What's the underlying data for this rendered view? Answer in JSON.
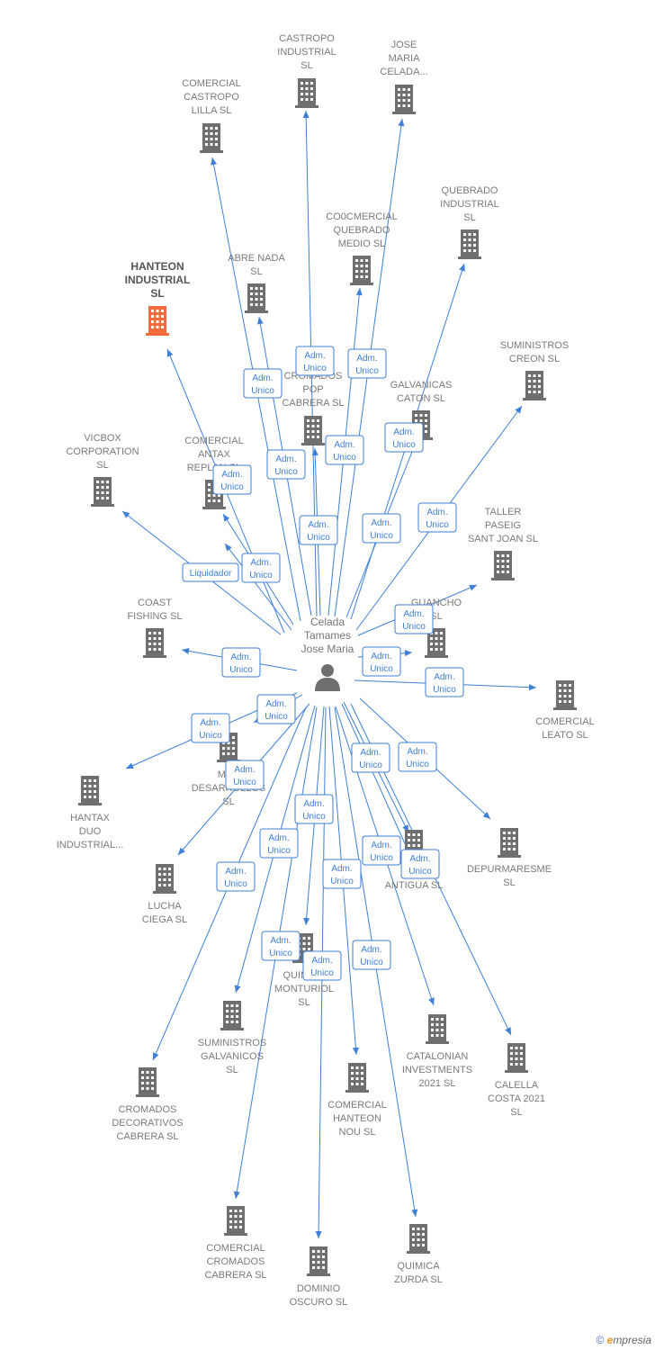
{
  "center": {
    "lines": [
      "Celada",
      "Tamames",
      "Jose Maria"
    ]
  },
  "colors": {
    "edge": "#3f7fd6",
    "node": "#6f6f6f",
    "highlight": "#f26b3a"
  },
  "nodes": [
    {
      "id": "castropo-industrial",
      "lines": [
        "CASTROPO",
        "INDUSTRIAL",
        "SL"
      ],
      "highlight": false
    },
    {
      "id": "jose-maria-celada",
      "lines": [
        "JOSE",
        "MARIA",
        "CELADA..."
      ],
      "highlight": false
    },
    {
      "id": "comercial-castropo-lilla",
      "lines": [
        "COMERCIAL",
        "CASTROPO",
        "LILLA  SL"
      ],
      "highlight": false
    },
    {
      "id": "quebrado-industrial",
      "lines": [
        "QUEBRADO",
        "INDUSTRIAL",
        "SL"
      ],
      "highlight": false
    },
    {
      "id": "co0cmercial-quebrado-medio",
      "lines": [
        "CO0CMERCIAL",
        "QUEBRADO",
        "MEDIO  SL"
      ],
      "highlight": false
    },
    {
      "id": "hanteon-industrial",
      "lines": [
        "HANTEON",
        "INDUSTRIAL",
        "SL"
      ],
      "highlight": true
    },
    {
      "id": "abre-nada",
      "lines": [
        "ABRE NADA",
        "SL"
      ],
      "highlight": false
    },
    {
      "id": "suministros-creon",
      "lines": [
        "SUMINISTROS",
        "CREON  SL"
      ],
      "highlight": false
    },
    {
      "id": "cromados-pop-cabrera",
      "lines": [
        "CROMADOS",
        "POP",
        "CABRERA  SL"
      ],
      "highlight": false
    },
    {
      "id": "galvanicas-caton",
      "lines": [
        "GALVANICAS",
        "CATON  SL"
      ],
      "highlight": false
    },
    {
      "id": "vicbox-corporation",
      "lines": [
        "VICBOX",
        "CORPORATION",
        "SL"
      ],
      "highlight": false
    },
    {
      "id": "comercial-antax-replan",
      "lines": [
        "COMERCIAL",
        "ANTAX",
        "REPLAN SL"
      ],
      "highlight": false
    },
    {
      "id": "taller-paseig-sant-joan",
      "lines": [
        "TALLER",
        "PASEIG",
        "SANT JOAN  SL"
      ],
      "highlight": false
    },
    {
      "id": "coast-fishing",
      "lines": [
        "COAST",
        "FISHING  SL"
      ],
      "highlight": false
    },
    {
      "id": "guancho",
      "lines": [
        "GUANCHO",
        "SL"
      ],
      "highlight": false
    },
    {
      "id": "comercial-leato",
      "lines": [
        "COMERCIAL",
        "LEATO  SL"
      ],
      "highlight": false
    },
    {
      "id": "hantax-duo-industrial",
      "lines": [
        "HANTAX",
        "DUO",
        "INDUSTRIAL..."
      ],
      "highlight": false
    },
    {
      "id": "mar-desarrollos",
      "lines": [
        "MAR",
        "DESARROLLOS",
        "SL"
      ],
      "highlight": false
    },
    {
      "id": "depurmaresme",
      "lines": [
        "DEPURMARESME",
        "SL"
      ],
      "highlight": false
    },
    {
      "id": "mar-antigua",
      "lines": [
        "MAR",
        "ANTIGUA  SL"
      ],
      "highlight": false
    },
    {
      "id": "lucha-ciega",
      "lines": [
        "LUCHA",
        "CIEGA  SL"
      ],
      "highlight": false
    },
    {
      "id": "quimica-monturiol",
      "lines": [
        "QUIMICA",
        "MONTURIOL",
        "SL"
      ],
      "highlight": false
    },
    {
      "id": "suministros-galvanicos",
      "lines": [
        "SUMINISTROS",
        "GALVANICOS",
        "SL"
      ],
      "highlight": false
    },
    {
      "id": "catalonian-investments",
      "lines": [
        "CATALONIAN",
        "INVESTMENTS",
        "2021  SL"
      ],
      "highlight": false
    },
    {
      "id": "calella-costa-2021",
      "lines": [
        "CALELLA",
        "COSTA 2021",
        "SL"
      ],
      "highlight": false
    },
    {
      "id": "cromados-decorativos-cabrera",
      "lines": [
        "CROMADOS",
        "DECORATIVOS",
        "CABRERA  SL"
      ],
      "highlight": false
    },
    {
      "id": "comercial-hanteon-nou",
      "lines": [
        "COMERCIAL",
        "HANTEON",
        "NOU  SL"
      ],
      "highlight": false
    },
    {
      "id": "comercial-cromados-cabrera",
      "lines": [
        "COMERCIAL",
        "CROMADOS",
        "CABRERA  SL"
      ],
      "highlight": false
    },
    {
      "id": "dominio-oscuro",
      "lines": [
        "DOMINIO",
        "OSCURO  SL"
      ],
      "highlight": false
    },
    {
      "id": "quimica-zurda",
      "lines": [
        "QUIMICA",
        "ZURDA  SL"
      ],
      "highlight": false
    }
  ],
  "edges": [
    {
      "target": "castropo-industrial",
      "label": [
        "Adm.",
        "Unico"
      ]
    },
    {
      "target": "jose-maria-celada",
      "label": [
        "Adm.",
        "Unico"
      ]
    },
    {
      "target": "comercial-castropo-lilla",
      "label": [
        "Adm.",
        "Unico"
      ]
    },
    {
      "target": "quebrado-industrial",
      "label": [
        "Adm.",
        "Unico"
      ]
    },
    {
      "target": "co0cmercial-quebrado-medio",
      "label": [
        "Adm.",
        "Unico"
      ]
    },
    {
      "target": "hanteon-industrial",
      "label": [
        "Liquidador"
      ]
    },
    {
      "target": "abre-nada",
      "label": [
        "Adm.",
        "Unico"
      ]
    },
    {
      "target": "suministros-creon",
      "label": [
        "Adm.",
        "Unico"
      ]
    },
    {
      "target": "cromados-pop-cabrera",
      "label": [
        "Adm.",
        "Unico"
      ]
    },
    {
      "target": "galvanicas-caton",
      "label": [
        "Adm.",
        "Unico"
      ]
    },
    {
      "target": "vicbox-corporation",
      "label": [
        "Adm.",
        "Unico"
      ]
    },
    {
      "target": "comercial-antax-replan",
      "label": [
        "Adm.",
        "Unico"
      ]
    },
    {
      "target": "taller-paseig-sant-joan",
      "label": [
        "Adm.",
        "Unico"
      ]
    },
    {
      "target": "coast-fishing",
      "label": [
        "Adm.",
        "Unico"
      ]
    },
    {
      "target": "guancho",
      "label": [
        "Adm.",
        "Unico"
      ]
    },
    {
      "target": "comercial-leato",
      "label": [
        "Adm.",
        "Unico"
      ]
    },
    {
      "target": "hantax-duo-industrial",
      "label": [
        "Adm.",
        "Unico"
      ]
    },
    {
      "target": "mar-desarrollos",
      "label": [
        "Adm.",
        "Unico"
      ]
    },
    {
      "target": "depurmaresme",
      "label": [
        "Adm.",
        "Unico"
      ]
    },
    {
      "target": "mar-antigua",
      "label": [
        "Adm.",
        "Unico"
      ]
    },
    {
      "target": "lucha-ciega",
      "label": [
        "Adm.",
        "Unico"
      ]
    },
    {
      "target": "quimica-monturiol",
      "label": [
        "Adm.",
        "Unico"
      ]
    },
    {
      "target": "suministros-galvanicos",
      "label": [
        "Adm.",
        "Unico"
      ]
    },
    {
      "target": "catalonian-investments",
      "label": [
        "Adm.",
        "Unico"
      ]
    },
    {
      "target": "calella-costa-2021",
      "label": [
        "Adm.",
        "Unico"
      ]
    },
    {
      "target": "cromados-decorativos-cabrera",
      "label": [
        "Adm.",
        "Unico"
      ]
    },
    {
      "target": "comercial-hanteon-nou",
      "label": [
        "Adm.",
        "Unico"
      ]
    },
    {
      "target": "comercial-cromados-cabrera",
      "label": [
        "Adm.",
        "Unico"
      ]
    },
    {
      "target": "dominio-oscuro",
      "label": [
        "Adm.",
        "Unico"
      ]
    },
    {
      "target": "quimica-zurda",
      "label": [
        "Adm.",
        "Unico"
      ]
    },
    {
      "target": "comercial-antax-replan",
      "label": [
        "Adm.",
        "Unico"
      ]
    },
    {
      "target": "mar-antigua",
      "label": [
        "Adm.",
        "Unico"
      ]
    }
  ],
  "footer": {
    "copyright": "©",
    "brand_first": "e",
    "brand_rest": "mpresia"
  }
}
